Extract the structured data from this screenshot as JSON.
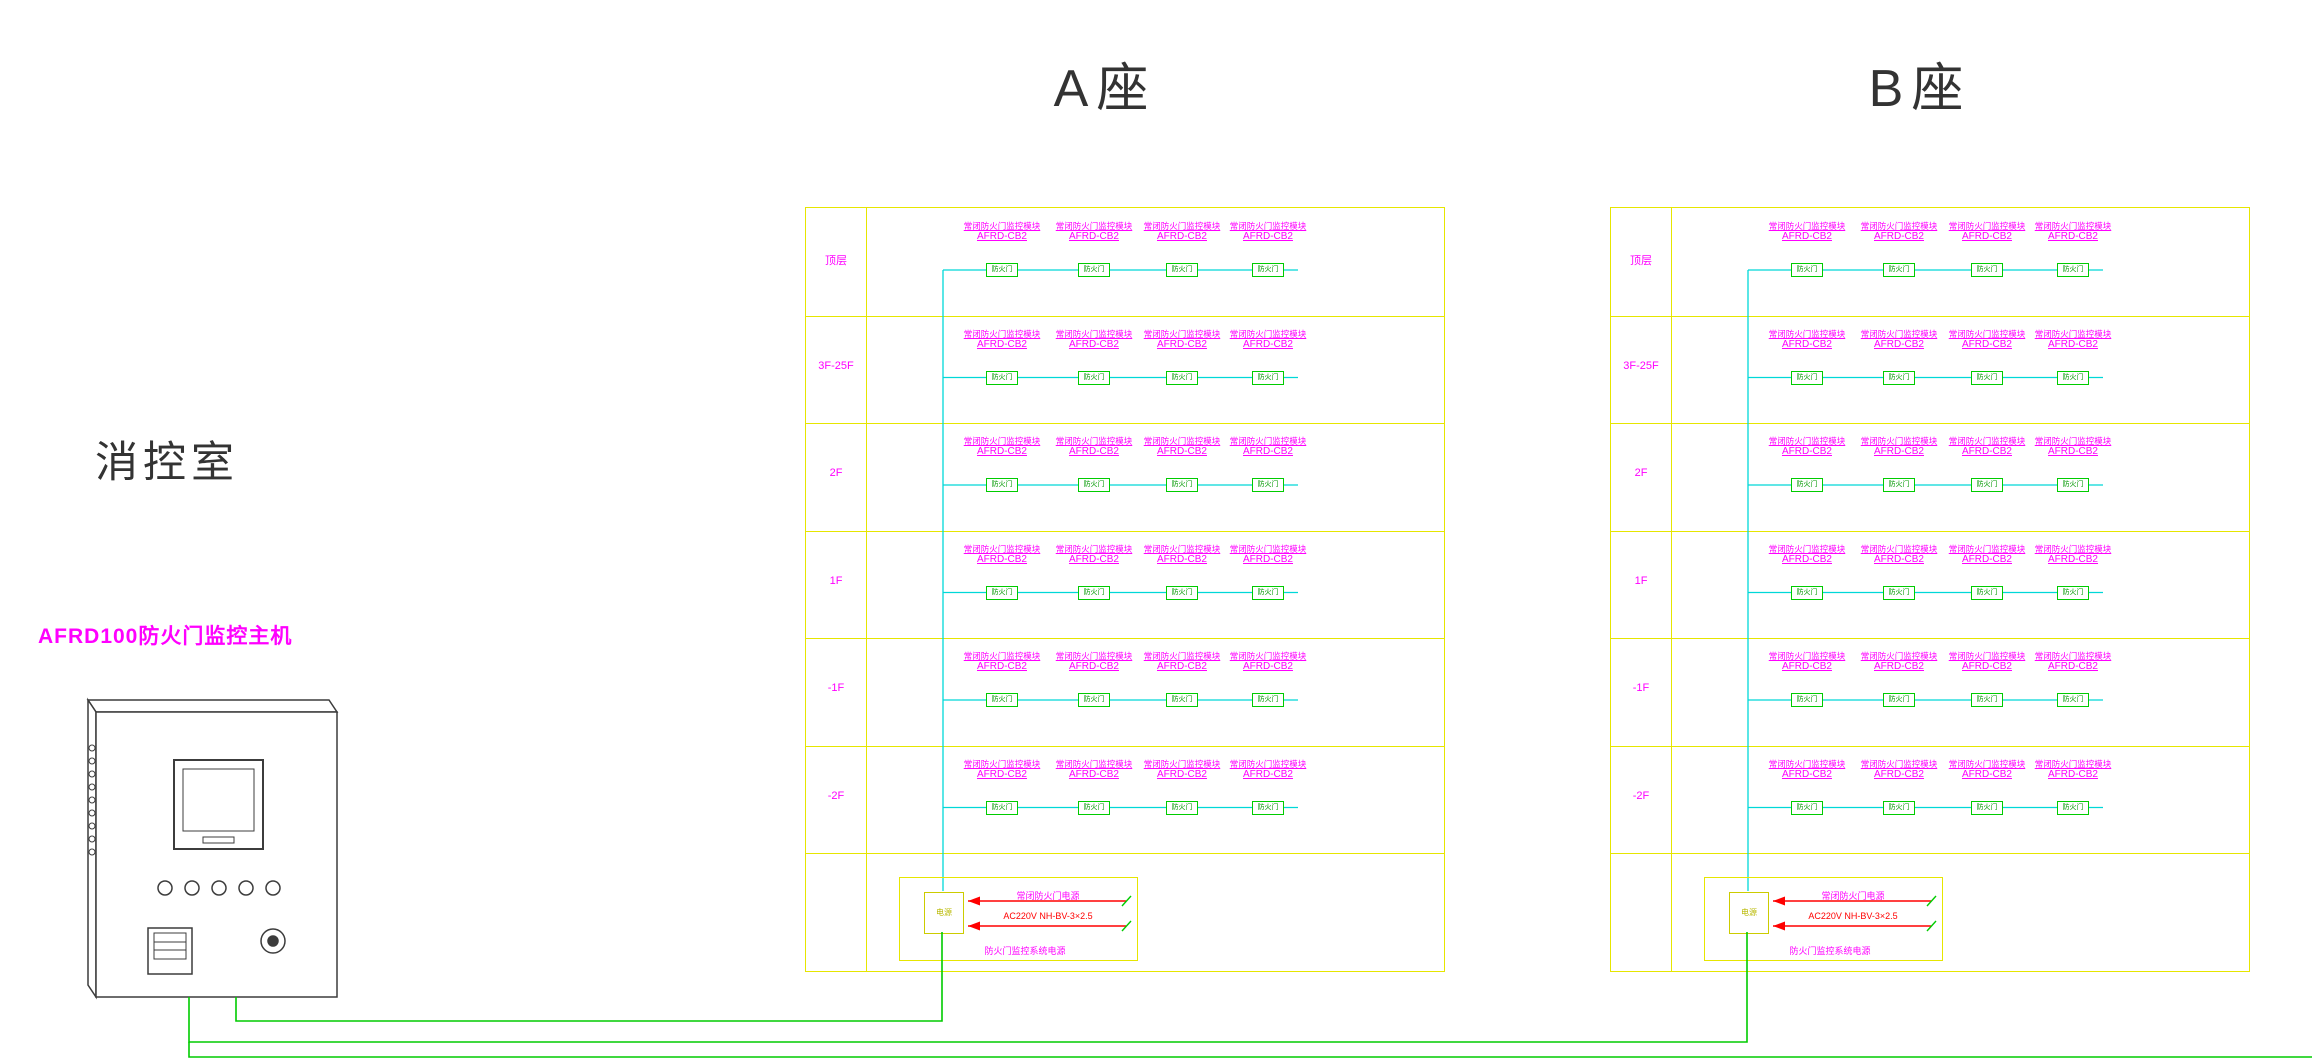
{
  "control_room": {
    "label": "消控室",
    "host_label": "AFRD100防火门监控主机"
  },
  "buildings": [
    {
      "id": "a",
      "title": "A座"
    },
    {
      "id": "b",
      "title": "B座"
    }
  ],
  "floors": [
    {
      "label": "顶层"
    },
    {
      "label": "3F-25F"
    },
    {
      "label": "2F"
    },
    {
      "label": "1F"
    },
    {
      "label": "-1F"
    },
    {
      "label": "-2F"
    }
  ],
  "device_module": {
    "name_line": "常闭防火门监控模块",
    "model_line": "AFRD-CB2",
    "door_label": "防火门",
    "per_floor_count": 4
  },
  "power": {
    "unit_label": "电源",
    "supply_line1": "常闭防火门电源",
    "supply_line2": "AC220V NH-BV-3×2.5",
    "caption": "防火门监控系统电源"
  },
  "colors": {
    "grid_yellow": "#e6e600",
    "label_magenta": "#ff00ff",
    "bus_cyan": "#00d8d8",
    "wire_green": "#00cc00",
    "power_red": "#ff0000",
    "outline_dark": "#3c3c3c"
  }
}
